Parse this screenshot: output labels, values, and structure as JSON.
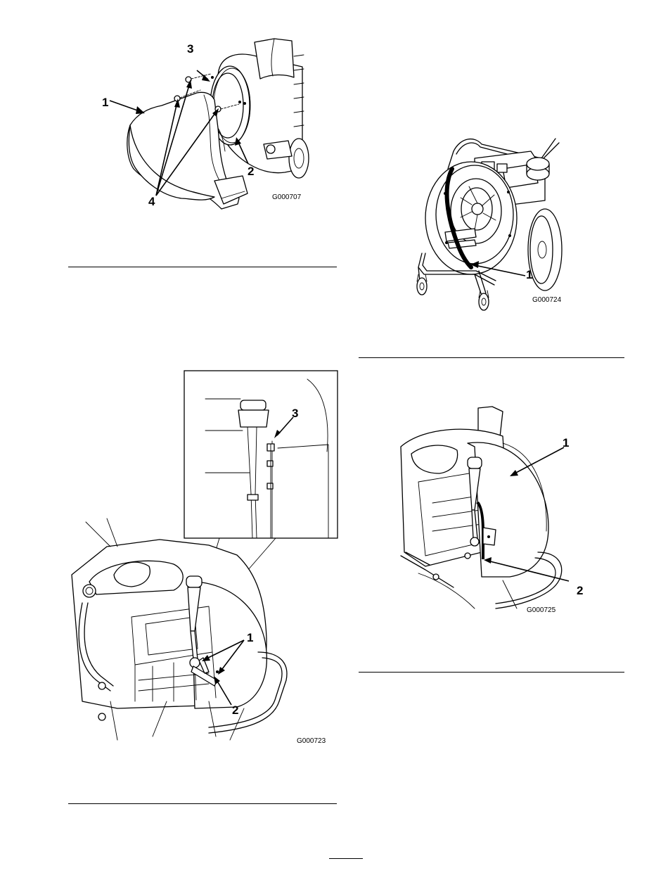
{
  "figures": [
    {
      "id": "G000707",
      "callouts": [
        "1",
        "2",
        "3",
        "4"
      ]
    },
    {
      "id": "G000724",
      "callouts": [
        "1"
      ]
    },
    {
      "id": "G000723",
      "callouts": [
        "1",
        "2",
        "3"
      ]
    },
    {
      "id": "G000725",
      "callouts": [
        "1",
        "2"
      ]
    }
  ]
}
